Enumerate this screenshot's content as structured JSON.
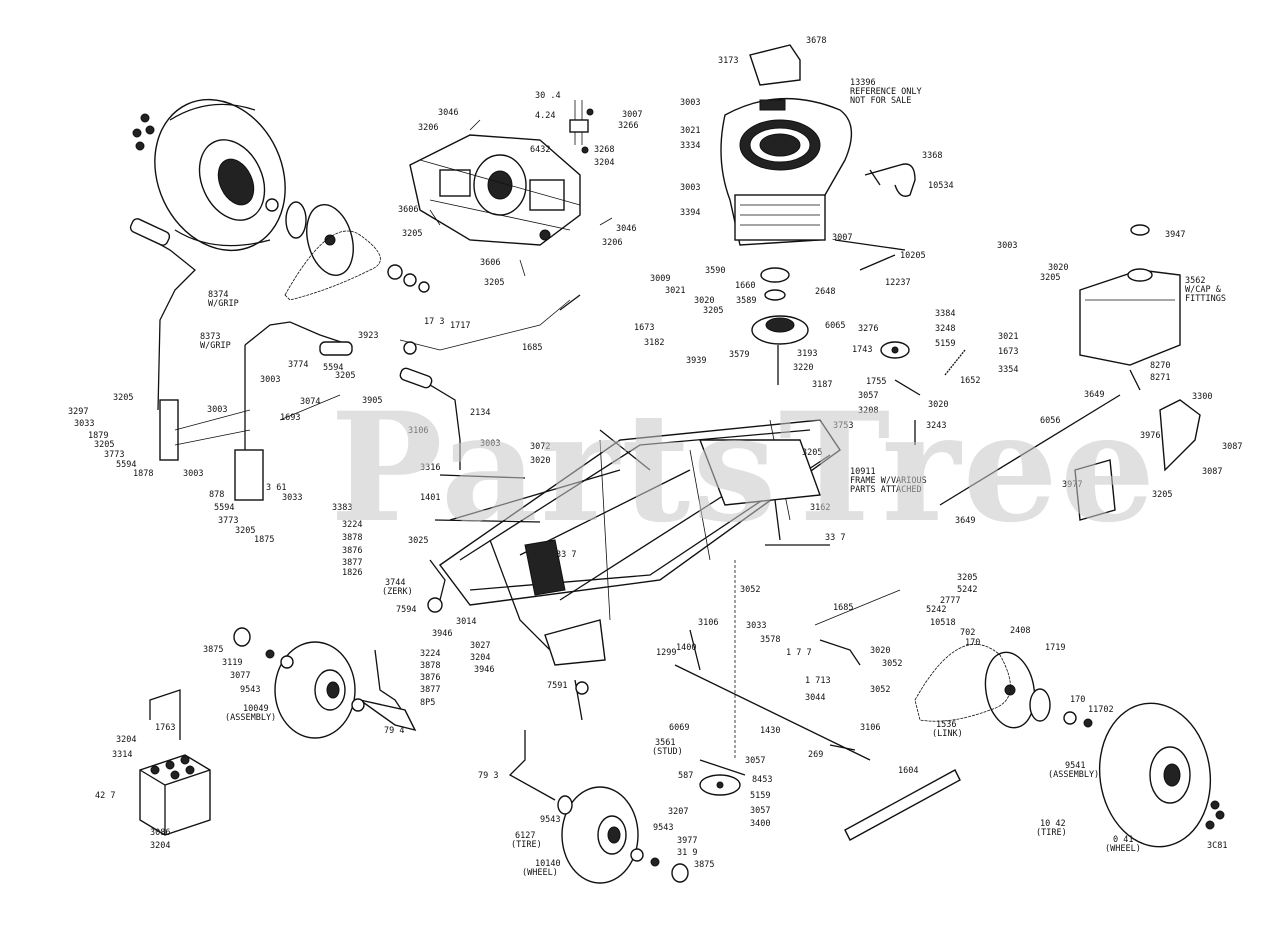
{
  "watermark": "PartsTree",
  "labels": [
    {
      "id": "3678",
      "text": "3678"
    },
    {
      "id": "3173",
      "text": "3173"
    },
    {
      "id": "13396",
      "text": "13396"
    },
    {
      "id": "refonly1",
      "text": "REFERENCE ONLY"
    },
    {
      "id": "refonly2",
      "text": "NOT FOR SALE"
    },
    {
      "id": "3003a",
      "text": "3003"
    },
    {
      "id": "3021a",
      "text": "3021"
    },
    {
      "id": "3334",
      "text": "3334"
    },
    {
      "id": "3368",
      "text": "3368"
    },
    {
      "id": "10534",
      "text": "10534"
    },
    {
      "id": "3003b",
      "text": "3003"
    },
    {
      "id": "3394",
      "text": "3394"
    },
    {
      "id": "3007a",
      "text": "3007"
    },
    {
      "id": "10205",
      "text": "10205"
    },
    {
      "id": "3947",
      "text": "3947"
    },
    {
      "id": "3046a",
      "text": "3046"
    },
    {
      "id": "3206a",
      "text": "3206"
    },
    {
      "id": "304",
      "text": "30 .4"
    },
    {
      "id": "424",
      "text": "4.24"
    },
    {
      "id": "3007b",
      "text": "3007"
    },
    {
      "id": "3266",
      "text": "3266"
    },
    {
      "id": "3268",
      "text": "3268"
    },
    {
      "id": "3204a",
      "text": "3204"
    },
    {
      "id": "6432",
      "text": "6432"
    },
    {
      "id": "3606a",
      "text": "3606"
    },
    {
      "id": "3205a",
      "text": "3205"
    },
    {
      "id": "3046b",
      "text": "3046"
    },
    {
      "id": "3206b",
      "text": "3206"
    },
    {
      "id": "3606b",
      "text": "3606"
    },
    {
      "id": "3205b",
      "text": "3205"
    },
    {
      "id": "3590",
      "text": "3590"
    },
    {
      "id": "1660",
      "text": "1660"
    },
    {
      "id": "12237",
      "text": "12237"
    },
    {
      "id": "3003c",
      "text": "3003"
    },
    {
      "id": "3020a",
      "text": "3020"
    },
    {
      "id": "3205c",
      "text": "3205"
    },
    {
      "id": "3562",
      "text": "3562"
    },
    {
      "id": "wcap",
      "text": "W/CAP &"
    },
    {
      "id": "fittings",
      "text": "FITTINGS"
    },
    {
      "id": "8374",
      "text": "8374"
    },
    {
      "id": "wgrip1",
      "text": "W/GRIP"
    },
    {
      "id": "3009",
      "text": "3009"
    },
    {
      "id": "3021b",
      "text": "3021"
    },
    {
      "id": "3020b",
      "text": "3020"
    },
    {
      "id": "3205d",
      "text": "3205"
    },
    {
      "id": "3589",
      "text": "3589"
    },
    {
      "id": "2648",
      "text": "2648"
    },
    {
      "id": "3384",
      "text": "3384"
    },
    {
      "id": "3248",
      "text": "3248"
    },
    {
      "id": "1673a",
      "text": "1673"
    },
    {
      "id": "3182",
      "text": "3182"
    },
    {
      "id": "3939",
      "text": "3939"
    },
    {
      "id": "6065",
      "text": "6065"
    },
    {
      "id": "3276",
      "text": "3276"
    },
    {
      "id": "3021c",
      "text": "3021"
    },
    {
      "id": "1673b",
      "text": "1673"
    },
    {
      "id": "8373",
      "text": "8373"
    },
    {
      "id": "wgrip2",
      "text": "W/GRIP"
    },
    {
      "id": "3923",
      "text": "3923"
    },
    {
      "id": "173",
      "text": "17 3"
    },
    {
      "id": "1717",
      "text": "1717"
    },
    {
      "id": "1685a",
      "text": "1685"
    },
    {
      "id": "3579",
      "text": "3579"
    },
    {
      "id": "3193",
      "text": "3193"
    },
    {
      "id": "3220",
      "text": "3220"
    },
    {
      "id": "1743",
      "text": "1743"
    },
    {
      "id": "5159a",
      "text": "5159"
    },
    {
      "id": "3354",
      "text": "3354"
    },
    {
      "id": "1652",
      "text": "1652"
    },
    {
      "id": "8270",
      "text": "8270"
    },
    {
      "id": "8271",
      "text": "8271"
    },
    {
      "id": "3774",
      "text": "3774"
    },
    {
      "id": "5594a",
      "text": "5594"
    },
    {
      "id": "3003d",
      "text": "3003"
    },
    {
      "id": "3205e",
      "text": "3205"
    },
    {
      "id": "3074",
      "text": "3074"
    },
    {
      "id": "3187",
      "text": "3187"
    },
    {
      "id": "1755",
      "text": "1755"
    },
    {
      "id": "3057a",
      "text": "3057"
    },
    {
      "id": "3208",
      "text": "3208"
    },
    {
      "id": "3020c",
      "text": "3020"
    },
    {
      "id": "3649a",
      "text": "3649"
    },
    {
      "id": "3300",
      "text": "3300"
    },
    {
      "id": "3205f",
      "text": "3205"
    },
    {
      "id": "3003e",
      "text": "3003"
    },
    {
      "id": "3905",
      "text": "3905"
    },
    {
      "id": "2134",
      "text": "2134"
    },
    {
      "id": "1693",
      "text": "1693"
    },
    {
      "id": "3753",
      "text": "3753"
    },
    {
      "id": "3243",
      "text": "3243"
    },
    {
      "id": "6056",
      "text": "6056"
    },
    {
      "id": "3976",
      "text": "3976"
    },
    {
      "id": "3087a",
      "text": "3087"
    },
    {
      "id": "3297",
      "text": "3297"
    },
    {
      "id": "3033a",
      "text": "3033"
    },
    {
      "id": "1879",
      "text": "1879"
    },
    {
      "id": "3205g",
      "text": "3205"
    },
    {
      "id": "3773a",
      "text": "3773"
    },
    {
      "id": "5594b",
      "text": "5594"
    },
    {
      "id": "1878",
      "text": "1878"
    },
    {
      "id": "3106a",
      "text": "3106"
    },
    {
      "id": "3003f",
      "text": "3003"
    },
    {
      "id": "3072",
      "text": "3072"
    },
    {
      "id": "3020d",
      "text": "3020"
    },
    {
      "id": "3205h",
      "text": "3205"
    },
    {
      "id": "3087b",
      "text": "3087"
    },
    {
      "id": "3316",
      "text": "3316"
    },
    {
      "id": "10911",
      "text": "10911"
    },
    {
      "id": "framew",
      "text": "FRAME W/VARIOUS"
    },
    {
      "id": "partsatt",
      "text": "PARTS ATTACHED"
    },
    {
      "id": "3003g",
      "text": "3003"
    },
    {
      "id": "361",
      "text": "3 61"
    },
    {
      "id": "3977",
      "text": "3977"
    },
    {
      "id": "3205i",
      "text": "3205"
    },
    {
      "id": "878",
      "text": "878"
    },
    {
      "id": "3033b",
      "text": "3033"
    },
    {
      "id": "1401",
      "text": "1401"
    },
    {
      "id": "5594c",
      "text": "5594"
    },
    {
      "id": "3383",
      "text": "3383"
    },
    {
      "id": "3162",
      "text": "3162"
    },
    {
      "id": "3649b",
      "text": "3649"
    },
    {
      "id": "3773b",
      "text": "3773"
    },
    {
      "id": "3205j",
      "text": "3205"
    },
    {
      "id": "1875",
      "text": "1875"
    },
    {
      "id": "3224a",
      "text": "3224"
    },
    {
      "id": "3878a",
      "text": "3878"
    },
    {
      "id": "3876a",
      "text": "3876"
    },
    {
      "id": "3877a",
      "text": "3877"
    },
    {
      "id": "1826",
      "text": "1826"
    },
    {
      "id": "3025",
      "text": "3025"
    },
    {
      "id": "337a",
      "text": "33 7"
    },
    {
      "id": "337b",
      "text": "33 7"
    },
    {
      "id": "3744",
      "text": "3744"
    },
    {
      "id": "zerk",
      "text": "(ZERK)"
    },
    {
      "id": "3052a",
      "text": "3052"
    },
    {
      "id": "3205k",
      "text": "3205"
    },
    {
      "id": "5242a",
      "text": "5242"
    },
    {
      "id": "2777",
      "text": "2777"
    },
    {
      "id": "5242b",
      "text": "5242"
    },
    {
      "id": "7594",
      "text": "7594"
    },
    {
      "id": "1685b",
      "text": "1685"
    },
    {
      "id": "3033c",
      "text": "3033"
    },
    {
      "id": "3014",
      "text": "3014"
    },
    {
      "id": "3946a",
      "text": "3946"
    },
    {
      "id": "3578",
      "text": "3578"
    },
    {
      "id": "3875a",
      "text": "3875"
    },
    {
      "id": "3119a",
      "text": "3119"
    },
    {
      "id": "3077",
      "text": "3077"
    },
    {
      "id": "3027",
      "text": "3027"
    },
    {
      "id": "3204b",
      "text": "3204"
    },
    {
      "id": "3224b",
      "text": "3224"
    },
    {
      "id": "3946b",
      "text": "3946"
    },
    {
      "id": "3106b",
      "text": "3106"
    },
    {
      "id": "1299",
      "text": "1299"
    },
    {
      "id": "1400",
      "text": "1400"
    },
    {
      "id": "177",
      "text": "1 7 7"
    },
    {
      "id": "3020e",
      "text": "3020"
    },
    {
      "id": "3052b",
      "text": "3052"
    },
    {
      "id": "10518",
      "text": "10518"
    },
    {
      "id": "702",
      "text": "702"
    },
    {
      "id": "170a",
      "text": "170"
    },
    {
      "id": "2408",
      "text": "2408"
    },
    {
      "id": "1719",
      "text": "1719"
    },
    {
      "id": "9543a",
      "text": "9543"
    },
    {
      "id": "3878b",
      "text": "3878"
    },
    {
      "id": "3876b",
      "text": "3876"
    },
    {
      "id": "3877b",
      "text": "3877"
    },
    {
      "id": "1713",
      "text": "1 713"
    },
    {
      "id": "3044",
      "text": "3044"
    },
    {
      "id": "3052c",
      "text": "3052"
    },
    {
      "id": "10049",
      "text": "10049"
    },
    {
      "id": "assembly1",
      "text": "(ASSEMBLY)"
    },
    {
      "id": "8x5",
      "text": "8P5"
    },
    {
      "id": "7591",
      "text": "7591"
    },
    {
      "id": "794",
      "text": "79 4"
    },
    {
      "id": "1763",
      "text": "1763"
    },
    {
      "id": "3204c",
      "text": "3204"
    },
    {
      "id": "3314",
      "text": "3314"
    },
    {
      "id": "6069",
      "text": "6069"
    },
    {
      "id": "3561",
      "text": "3561"
    },
    {
      "id": "stud",
      "text": "(STUD)"
    },
    {
      "id": "1430",
      "text": "1430"
    },
    {
      "id": "3106c",
      "text": "3106"
    },
    {
      "id": "269",
      "text": "269"
    },
    {
      "id": "1536",
      "text": "1536"
    },
    {
      "id": "link",
      "text": "(LINK)"
    },
    {
      "id": "170b",
      "text": "170"
    },
    {
      "id": "11702",
      "text": "11702"
    },
    {
      "id": "3057b",
      "text": "3057"
    },
    {
      "id": "427",
      "text": "42 7"
    },
    {
      "id": "793",
      "text": "79 3"
    },
    {
      "id": "587",
      "text": "587"
    },
    {
      "id": "8453",
      "text": "8453"
    },
    {
      "id": "1604",
      "text": "1604"
    },
    {
      "id": "9541",
      "text": "9541"
    },
    {
      "id": "assembly2",
      "text": "(ASSEMBLY)"
    },
    {
      "id": "5159b",
      "text": "5159"
    },
    {
      "id": "3207",
      "text": "3207"
    },
    {
      "id": "3057c",
      "text": "3057"
    },
    {
      "id": "3400",
      "text": "3400"
    },
    {
      "id": "9543b",
      "text": "9543"
    },
    {
      "id": "9543c",
      "text": "9543"
    },
    {
      "id": "3086",
      "text": "3086"
    },
    {
      "id": "3204d",
      "text": "3204"
    },
    {
      "id": "6127",
      "text": "6127"
    },
    {
      "id": "tire1",
      "text": "(TIRE)"
    },
    {
      "id": "3977b",
      "text": "3977"
    },
    {
      "id": "3119b",
      "text": "31 9"
    },
    {
      "id": "10140",
      "text": "10140"
    },
    {
      "id": "wheel1",
      "text": "(WHEEL)"
    },
    {
      "id": "3875b",
      "text": "3875"
    },
    {
      "id": "10142",
      "text": "10 42"
    },
    {
      "id": "tire2",
      "text": "(TIRE)"
    },
    {
      "id": "0141",
      "text": "0 41"
    },
    {
      "id": "wheel2",
      "text": "(WHEEL)"
    },
    {
      "id": "3081",
      "text": "3C81"
    }
  ]
}
